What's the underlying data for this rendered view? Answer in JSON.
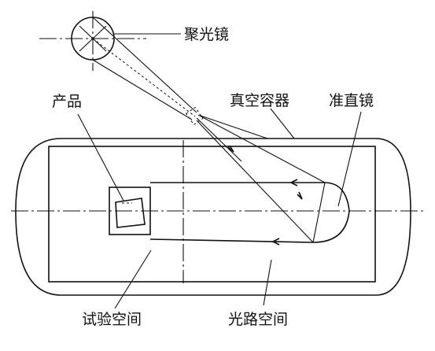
{
  "labels": {
    "condenser": "聚光镜",
    "product": "产品",
    "vacuum_vessel": "真空容器",
    "collimator": "准直镜",
    "test_space": "试验空间",
    "optical_path_space": "光路空间"
  }
}
